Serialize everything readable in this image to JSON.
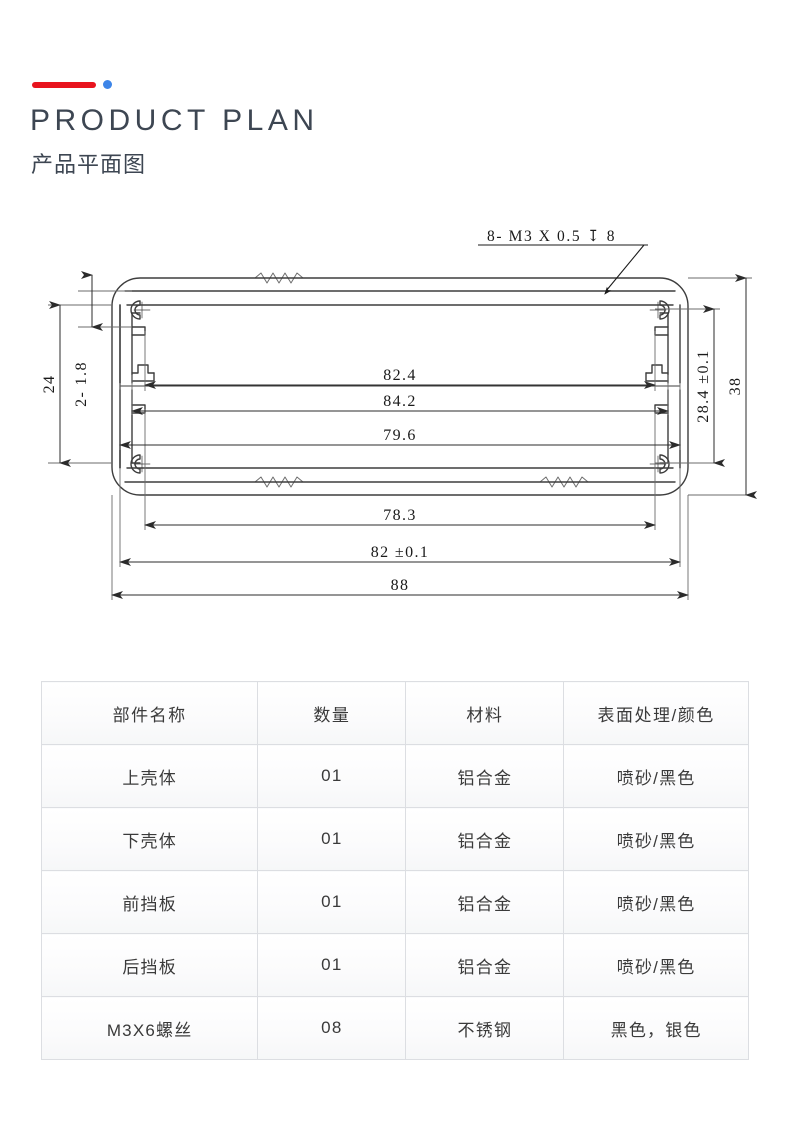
{
  "header": {
    "accent_bar_color": "#e8141e",
    "accent_dot_color": "#3d85e8",
    "title_en": "PRODUCT PLAN",
    "title_cn": "产品平面图"
  },
  "drawing": {
    "name": "enclosure-cross-section",
    "line_color": "#404040",
    "annotations": {
      "thread_note": "8- M3 X 0.5",
      "thread_note_depth": "8",
      "thread_note_full": "8- M3 X 0.5 ↧ 8"
    },
    "dimensions_horizontal": [
      {
        "label": "82.4",
        "position": "inner-upper-1"
      },
      {
        "label": "84.2",
        "position": "inner-upper-2"
      },
      {
        "label": "79.6",
        "position": "inner-upper-3"
      },
      {
        "label": "78.3",
        "position": "lower-1"
      },
      {
        "label": "82 ±0.1",
        "position": "lower-2"
      },
      {
        "label": "88",
        "position": "lower-3-overall"
      }
    ],
    "dimensions_vertical_left": [
      {
        "label": "24",
        "position": "outer-left"
      },
      {
        "label": "2- 1.8",
        "position": "inner-left"
      }
    ],
    "dimensions_vertical_right": [
      {
        "label": "28.4 ±0.1",
        "position": "inner-right"
      },
      {
        "label": "38",
        "position": "outer-right-overall"
      }
    ]
  },
  "table": {
    "headers": [
      "部件名称",
      "数量",
      "材料",
      "表面处理/颜色"
    ],
    "rows": [
      {
        "name": "上壳体",
        "qty": "01",
        "material": "铝合金",
        "finish": "喷砂/黑色"
      },
      {
        "name": "下壳体",
        "qty": "01",
        "material": "铝合金",
        "finish": "喷砂/黑色"
      },
      {
        "name": "前挡板",
        "qty": "01",
        "material": "铝合金",
        "finish": "喷砂/黑色"
      },
      {
        "name": "后挡板",
        "qty": "01",
        "material": "铝合金",
        "finish": "喷砂/黑色"
      },
      {
        "name": "M3X6螺丝",
        "qty": "08",
        "material": "不锈钢",
        "finish": "黑色，银色"
      }
    ]
  }
}
